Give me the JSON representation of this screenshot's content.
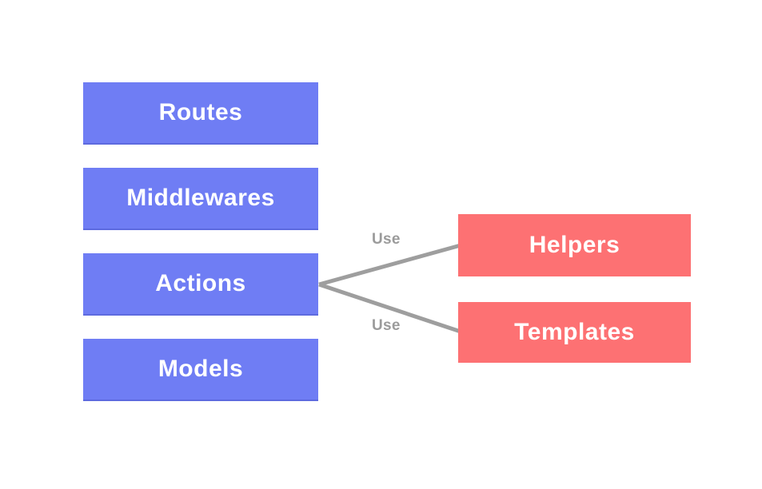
{
  "diagram": {
    "left_column": [
      {
        "label": "Routes"
      },
      {
        "label": "Middlewares"
      },
      {
        "label": "Actions"
      },
      {
        "label": "Models"
      }
    ],
    "right_column": [
      {
        "label": "Helpers"
      },
      {
        "label": "Templates"
      }
    ],
    "edges": [
      {
        "from": "Actions",
        "to": "Helpers",
        "label": "Use"
      },
      {
        "from": "Actions",
        "to": "Templates",
        "label": "Use"
      }
    ]
  },
  "colors": {
    "left_box": "#6f7df4",
    "right_box": "#fd7173",
    "edge_line": "#9e9e9e",
    "edge_label_text": "#9b9b9b",
    "node_text": "#ffffff",
    "background": "#ffffff"
  }
}
